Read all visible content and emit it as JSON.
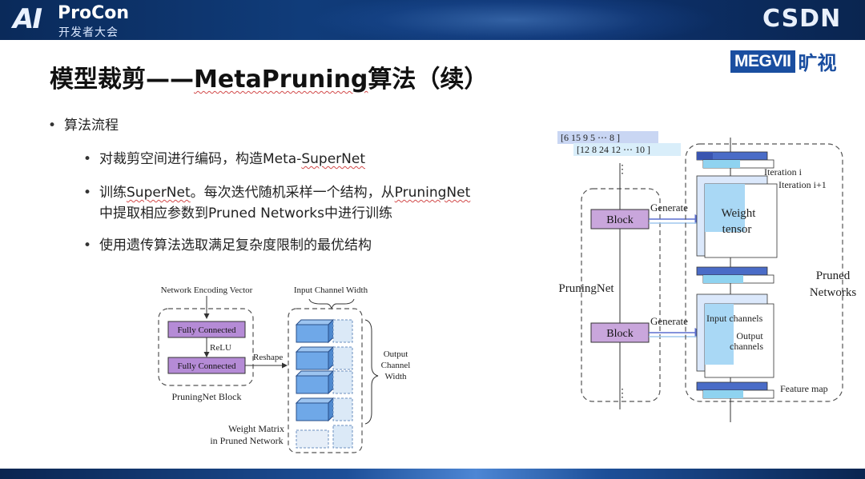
{
  "header": {
    "logo_ai": "AI",
    "logo_main": "ProCon",
    "logo_sub": "开发者大会",
    "csdn": "CSDN"
  },
  "brand": {
    "box": "MEGVII",
    "cn": "旷视"
  },
  "slide": {
    "title_a": "模型裁剪——",
    "title_b": "MetaPruning",
    "title_c": "算法（续）",
    "bullet_top": "算法流程",
    "s1_a": "对裁剪空间进行编码，构造Meta-",
    "s1_b": "SuperNet",
    "s2_a": "训练",
    "s2_b": "SuperNet",
    "s2_c": "。每次迭代随机采样一个结构，从",
    "s2_d": "PruningNet",
    "s2_e": "中提取相应参数到Pruned Networks中进行训练",
    "s3": "使用遗传算法选取满足复杂度限制的最优结构"
  },
  "left_diagram": {
    "encoding_vector": "Network Encoding Vector",
    "fc1": "Fully Connected",
    "relu": "ReLU",
    "fc2": "Fully Connected",
    "reshape": "Reshape",
    "block_caption": "PruningNet Block",
    "input_width": "Input Channel Width",
    "output_width_1": "Output",
    "output_width_2": "Channel",
    "output_width_3": "Width",
    "weight_matrix_1": "Weight Matrix",
    "weight_matrix_2": "in Pruned Network"
  },
  "right_diagram": {
    "vec1": "[6  15  9  5 ⋯  8 ]",
    "vec2": "[12  8  24  12 ⋯  10 ]",
    "iter_i": "Iteration i",
    "iter_i1": "Iteration i+1",
    "block": "Block",
    "generate": "Generate",
    "weight_1": "Weight",
    "weight_2": "tensor",
    "pruningnet": "PruningNet",
    "pruned_1": "Pruned",
    "pruned_2": "Networks",
    "input_channels": "Input channels",
    "output_1": "Output",
    "output_2": "channels",
    "feature_map": "Feature map",
    "dots": "⋮"
  },
  "colors": {
    "banner": "#103c7a",
    "brand_blue": "#1a4ea0",
    "block_purple": "#c9a6dc",
    "fc_purple": "#b58bd6",
    "tensor_blue": "#a9d8f5",
    "bar_dark": "#4a6cc7",
    "bar_light": "#8fd3f0",
    "cube_blue": "#6fa8e8"
  }
}
